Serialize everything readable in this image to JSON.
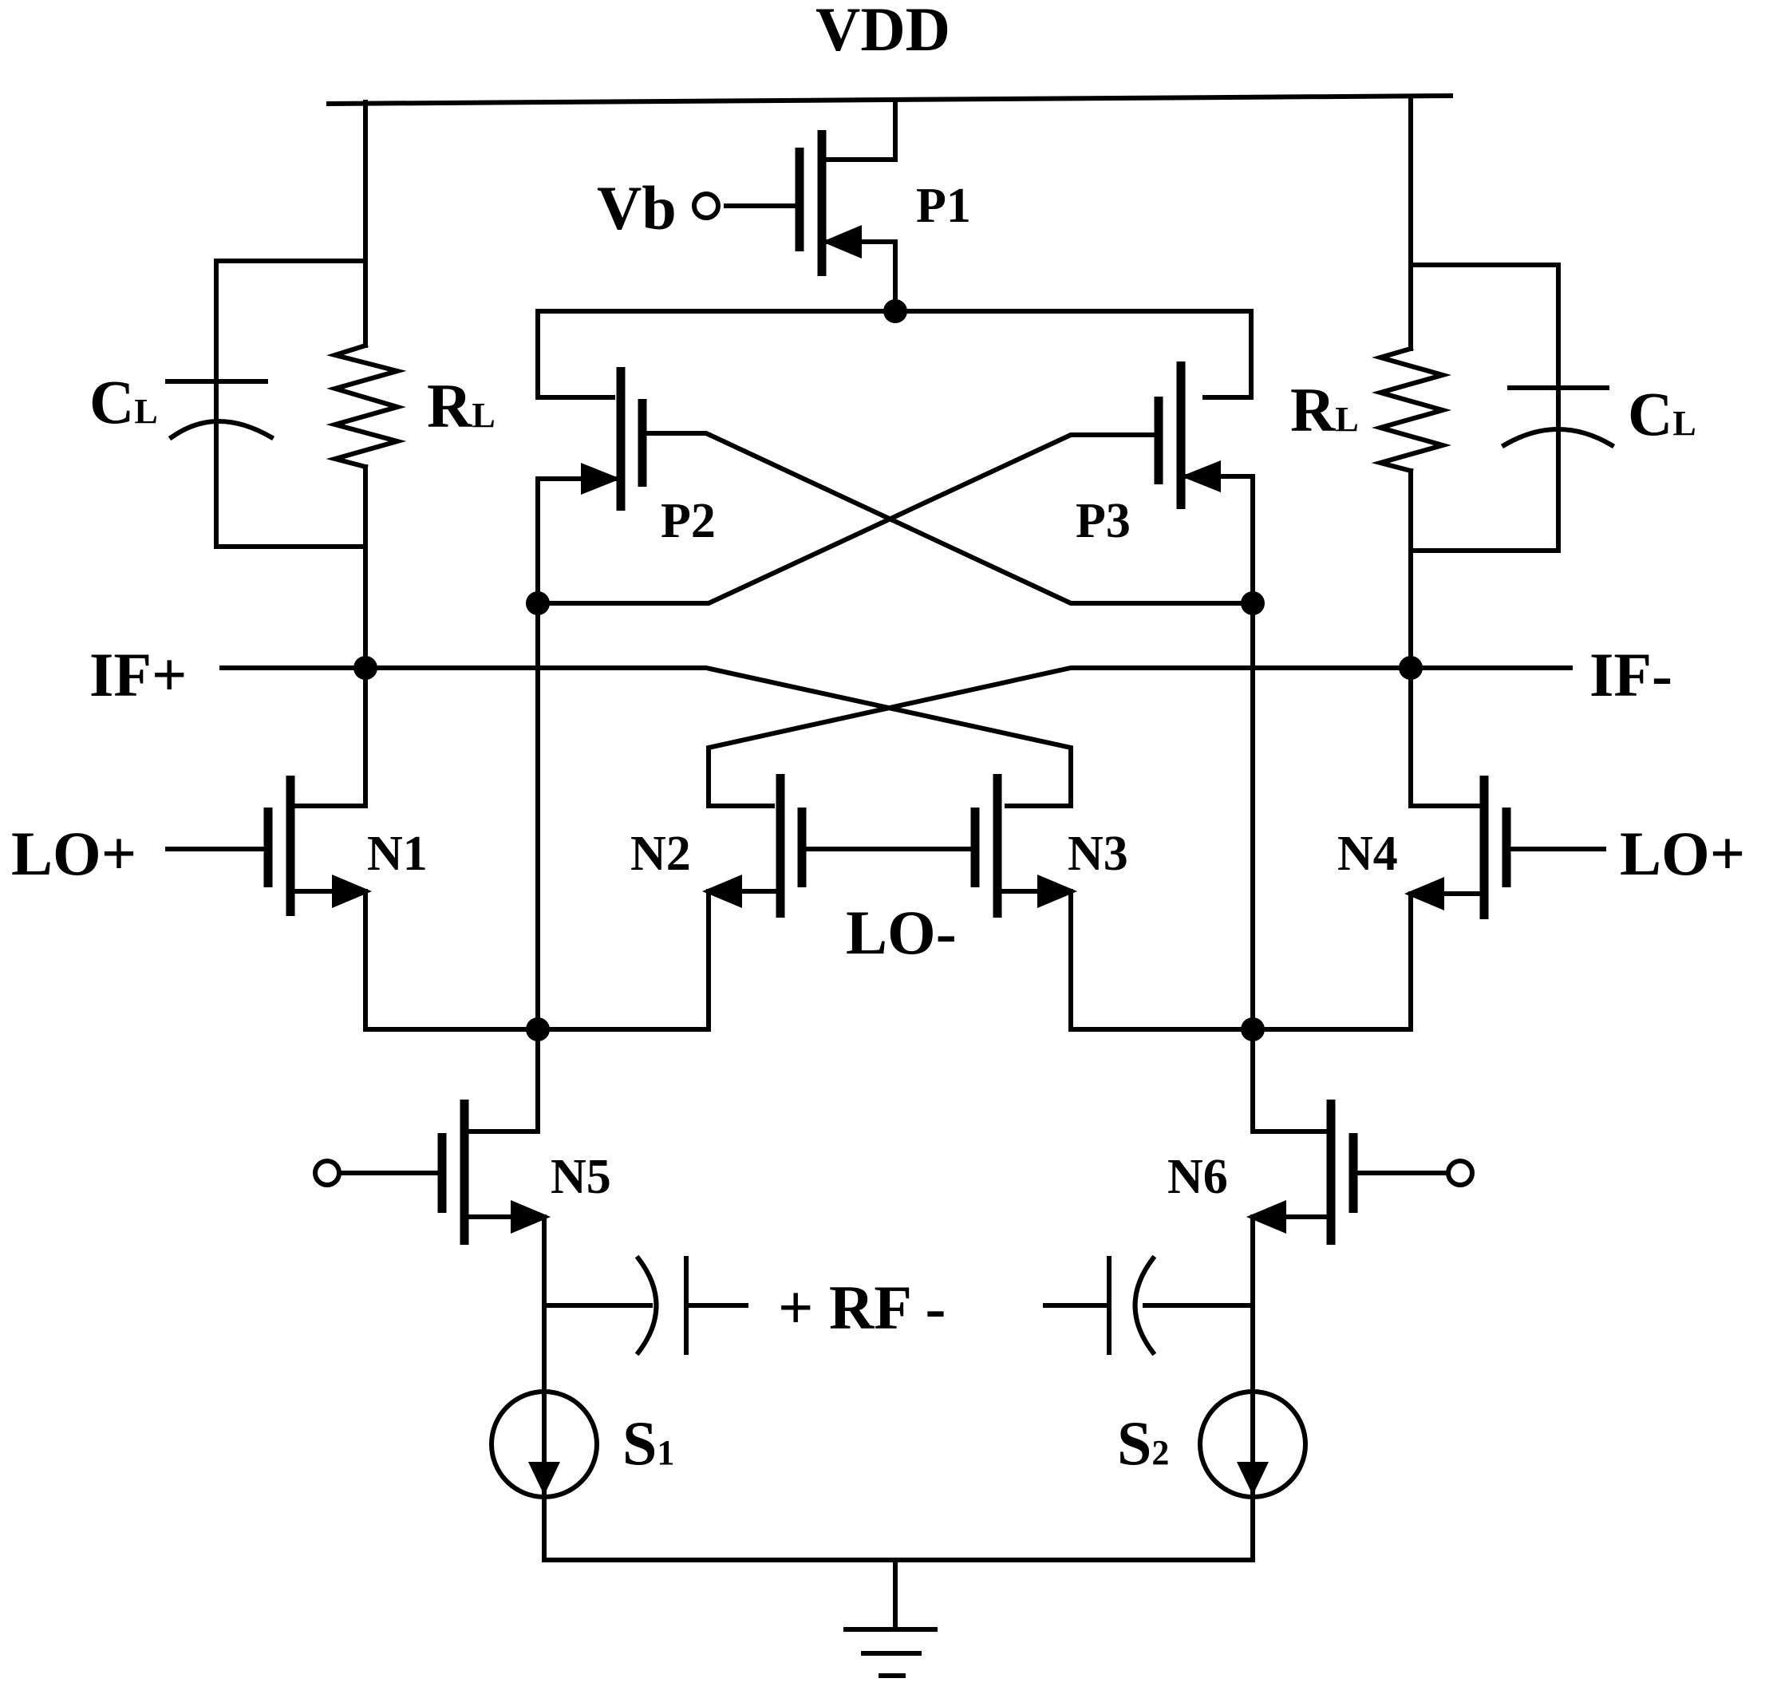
{
  "labels": {
    "vdd": "VDD",
    "vb": "Vb",
    "p1": "P1",
    "p2": "P2",
    "p3": "P3",
    "n1": "N1",
    "n2": "N2",
    "n3": "N3",
    "n4": "N4",
    "n5": "N5",
    "n6": "N6",
    "rl_main": "R",
    "rl_sub": "L",
    "cl_main": "C",
    "cl_sub": "L",
    "if_plus": "IF+",
    "if_minus": "IF-",
    "lo_plus": "LO+",
    "lo_minus": "LO-",
    "rf": "+ RF -",
    "s1_main": "S",
    "s1_sub": "1",
    "s2_main": "S",
    "s2_sub": "2"
  }
}
